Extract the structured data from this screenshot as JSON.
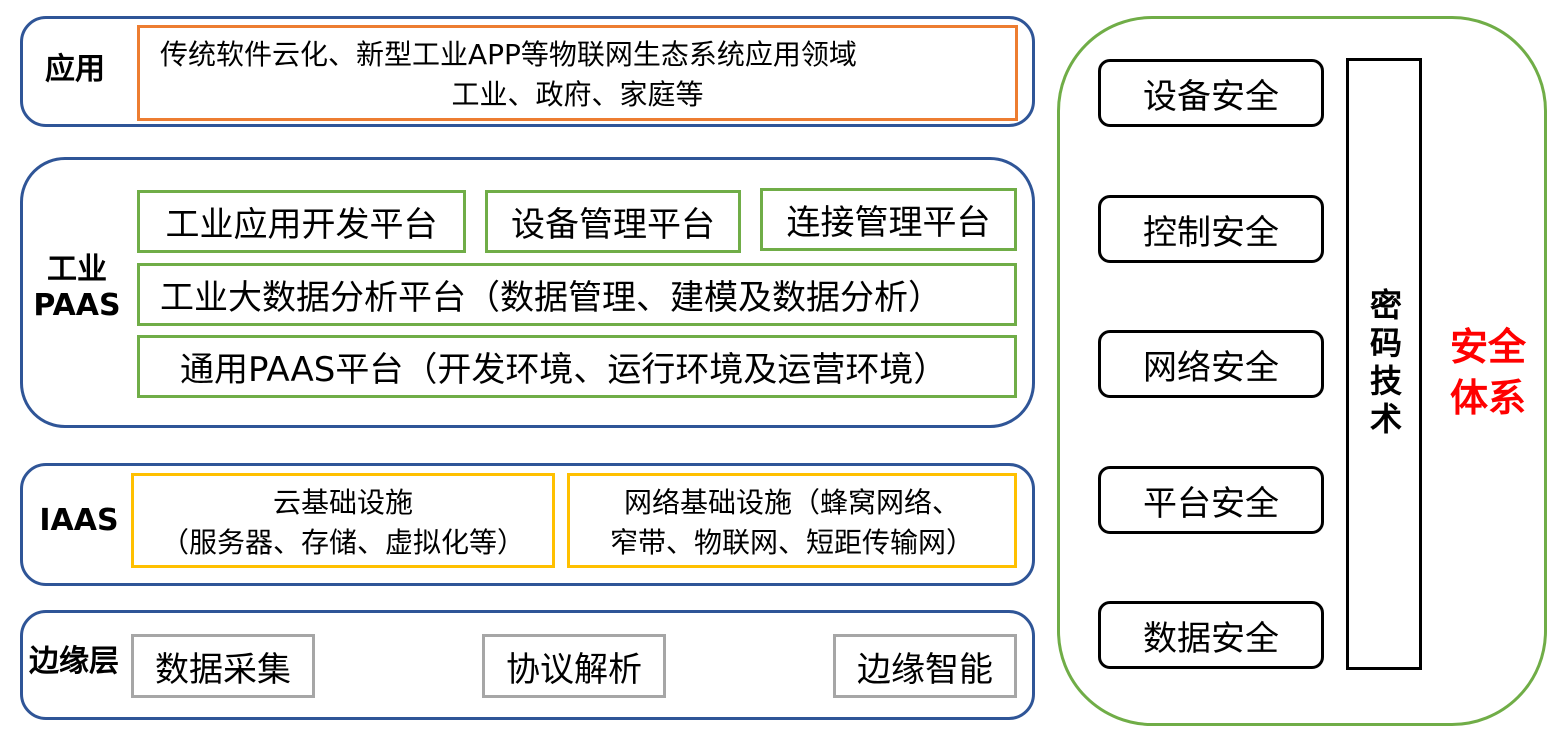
{
  "application": {
    "label": "应用",
    "line1": "传统软件云化、新型工业APP等物联网生态系统应用领域",
    "line2": "工业、政府、家庭等"
  },
  "paas": {
    "label_line1": "工业",
    "label_line2": "PAAS",
    "platforms": [
      "工业应用开发平台",
      "设备管理平台",
      "连接管理平台"
    ],
    "bigdata": "工业大数据分析平台（数据管理、建模及数据分析）",
    "general": "通用PAAS平台（开发环境、运行环境及运营环境）"
  },
  "iaas": {
    "label": "IAAS",
    "cloud_line1": "云基础设施",
    "cloud_line2": "（服务器、存储、虚拟化等）",
    "network_line1": "网络基础设施（蜂窝网络、",
    "network_line2": "窄带、物联网、短距传输网）"
  },
  "edge": {
    "label": "边缘层",
    "items": [
      "数据采集",
      "协议解析",
      "边缘智能"
    ]
  },
  "security": {
    "items": [
      "设备安全",
      "控制安全",
      "网络安全",
      "平台安全",
      "数据安全"
    ],
    "crypto": "密码技术",
    "title_line1": "安全",
    "title_line2": "体系"
  },
  "colors": {
    "layer_border": "#2f5597",
    "green": "#70ad47",
    "orange": "#ed7d31",
    "yellow": "#ffc000",
    "gray": "#a6a6a6",
    "security_title": "#ff0000"
  }
}
